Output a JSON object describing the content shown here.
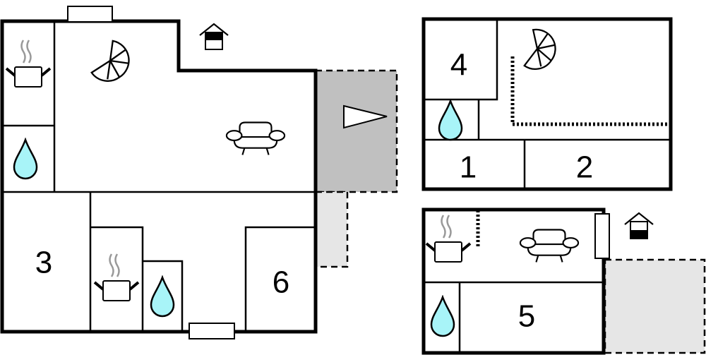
{
  "rooms": [
    {
      "id": "room-3",
      "label": "3"
    },
    {
      "id": "room-6",
      "label": "6"
    },
    {
      "id": "room-4",
      "label": "4"
    },
    {
      "id": "room-1",
      "label": "1"
    },
    {
      "id": "room-2",
      "label": "2"
    },
    {
      "id": "room-5",
      "label": "5"
    }
  ],
  "colors": {
    "water": "#a8f4f8",
    "terrace_covered": "#c0c0c0",
    "terrace_open": "#e6e6e6",
    "steam": "#999999"
  },
  "icons": [
    "kitchen-pot-icon",
    "water-drop-icon",
    "spiral-stairs-icon",
    "sofa-icon",
    "house-entrance-icon",
    "direction-arrow-icon",
    "window-icon"
  ]
}
